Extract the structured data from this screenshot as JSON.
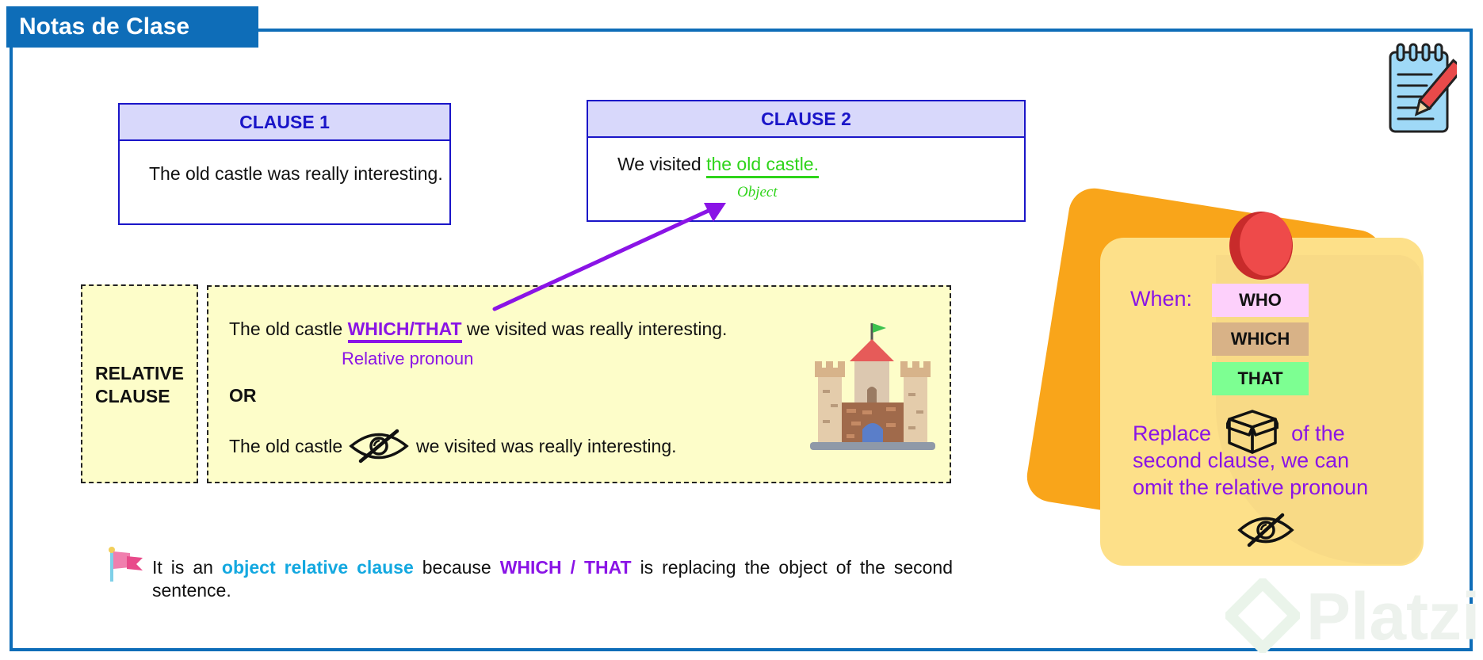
{
  "header": {
    "title": "Notas de Clase"
  },
  "clause1": {
    "title": "CLAUSE 1",
    "text": "The old castle was really interesting."
  },
  "clause2": {
    "title": "CLAUSE 2",
    "text_before": "We visited",
    "highlight": "the old castle.",
    "object_label": "Object"
  },
  "relative": {
    "side_label_line1": "RELATIVE",
    "side_label_line2": "CLAUSE",
    "sentence1_start": "The old castle",
    "sentence1_pronoun": "WHICH/THAT",
    "sentence1_end": "we visited was really interesting.",
    "pronoun_label": "Relative pronoun",
    "or_label": "OR",
    "sentence2_start": "The old castle",
    "sentence2_end": "we visited was really interesting."
  },
  "note": {
    "part1": "It is an",
    "part2": "object relative clause",
    "part3": "because",
    "part4": "WHICH / THAT",
    "part5": "is replacing the object of the second",
    "part6": "sentence."
  },
  "sticky": {
    "when_label": "When:",
    "pronouns": [
      "WHO",
      "WHICH",
      "THAT"
    ],
    "replace_word": "Replace",
    "replace_rest1": "of the",
    "replace_line2": "second clause, we can",
    "replace_line3": "omit the relative pronoun"
  },
  "watermark": {
    "brand": "Platzi"
  },
  "colors": {
    "frame_blue": "#0e6db8",
    "clause_blue": "#1a15c8",
    "pronoun_purple": "#8a14e6",
    "object_green": "#2fd41a",
    "highlight_cyan": "#13a8e0",
    "who_pink": "#fdd0fb",
    "which_tan": "#d8b287",
    "that_green": "#7dff92"
  },
  "icons": [
    "notepad-pencil-icon",
    "castle-icon",
    "hidden-eye-icon",
    "flag-icon",
    "box-icon",
    "pushpin-icon",
    "platzi-logo-icon"
  ]
}
